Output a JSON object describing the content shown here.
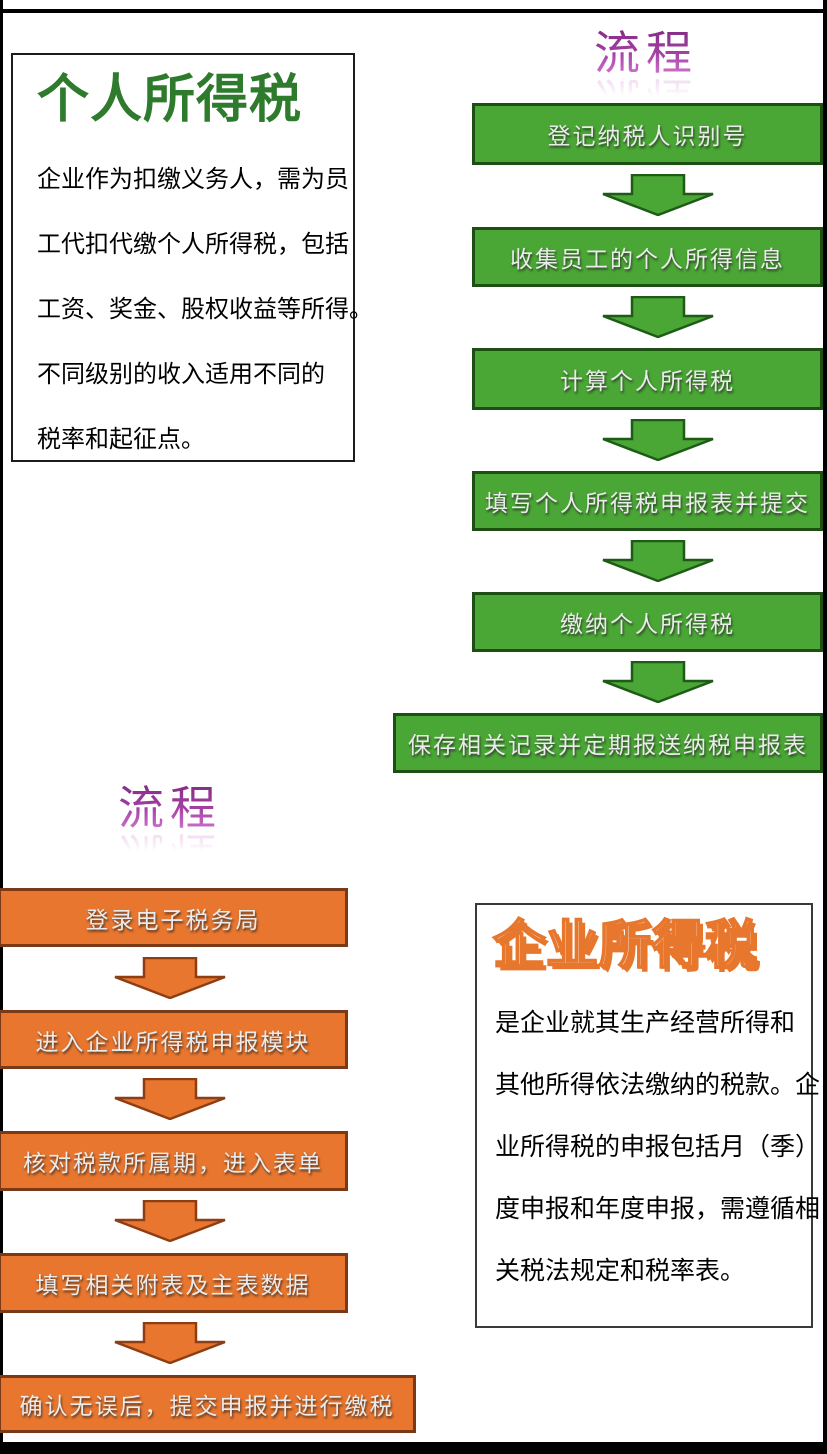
{
  "personal_tax": {
    "title": "个人所得税",
    "body_lines": [
      "企业作为扣缴义务人，需为员",
      "工代扣代缴个人所得税，包括",
      "工资、奖金、股权收益等所得。",
      "不同级别的收入适用不同的",
      "税率和起征点。"
    ]
  },
  "corporate_tax": {
    "title": "企业所得税",
    "body_lines": [
      "是企业就其生产经营所得和",
      "其他所得依法缴纳的税款。企",
      "业所得税的申报包括月（季）",
      "度申报和年度申报，需遵循相",
      "关税法规定和税率表。"
    ]
  },
  "personal_flow": {
    "title": "流程",
    "steps": [
      "登记纳税人识别号",
      "收集员工的个人所得信息",
      "计算个人所得税",
      "填写个人所得税申报表并提交",
      "缴纳个人所得税",
      "保存相关记录并定期报送纳税申报表"
    ]
  },
  "corporate_flow": {
    "title": "流程",
    "steps": [
      "登录电子税务局",
      "进入企业所得税申报模块",
      "核对税款所属期，进入表单",
      "填写相关附表及主表数据",
      "确认无误后，提交申报并进行缴税"
    ]
  },
  "colors": {
    "green_box_fill": "#4AA635",
    "green_box_border": "#1D4F15",
    "green_title": "#2E7B2E",
    "orange_box_fill": "#E8762E",
    "orange_box_border": "#7B3A17",
    "purple_title_top": "#7E2C80",
    "purple_title_bottom": "#D591D5",
    "flow_text": "#EBEBEB",
    "frame": "#000000"
  }
}
